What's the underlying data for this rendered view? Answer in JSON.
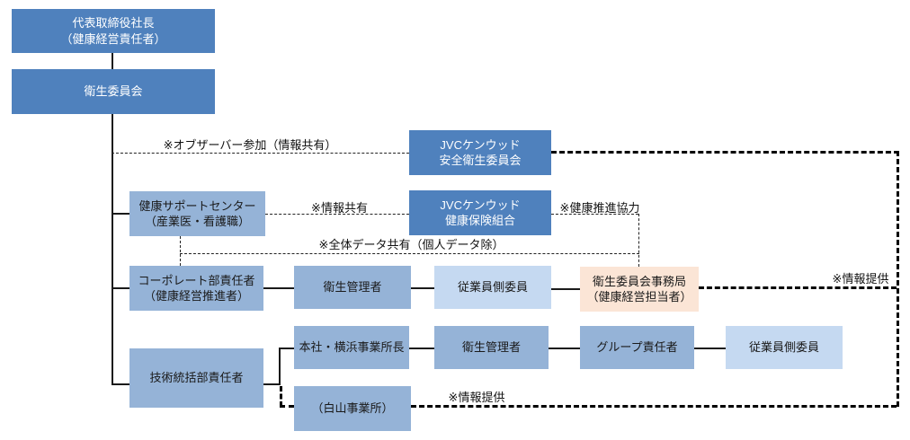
{
  "colors": {
    "dark": "#4f81bd",
    "medium": "#95b3d7",
    "light": "#c5d9f1",
    "peach": "#fbe5d6",
    "line": "#1a1a1a"
  },
  "boxes": {
    "president": {
      "text": "代表取締役社長\n（健康経営責任者）"
    },
    "hygiene_committee": {
      "text": "衛生委員会"
    },
    "jvc_safety_committee": {
      "text": "JVCケンウッド\n安全衛生委員会"
    },
    "health_support_center": {
      "text": "健康サポートセンター\n（産業医・看護職）"
    },
    "jvc_health_insurance": {
      "text": "JVCケンウッド\n健康保険組合"
    },
    "corporate_head": {
      "text": "コーポレート部責任者\n（健康経営推進者）"
    },
    "hygiene_manager_1": {
      "text": "衛生管理者"
    },
    "employee_member_1": {
      "text": "従業員側委員"
    },
    "secretariat": {
      "text": "衛生委員会事務局\n（健康経営担当者）"
    },
    "tech_division_head": {
      "text": "技術統括部責任者"
    },
    "hq_yokohama_site_head": {
      "text": "本社・横浜事業所長"
    },
    "hygiene_manager_2": {
      "text": "衛生管理者"
    },
    "group_head": {
      "text": "グループ責任者"
    },
    "employee_member_2": {
      "text": "従業員側委員"
    },
    "hakusan_site": {
      "text": "（白山事業所）"
    }
  },
  "line_labels": {
    "observer": "※オブザーバー参加（情報共有）",
    "info_share": "※情報共有",
    "health_promotion": "※健康推進協力",
    "data_share": "※全体データ共有（個人データ除）",
    "info_provide_right": "※情報提供",
    "info_provide_bottom": "※情報提供"
  }
}
